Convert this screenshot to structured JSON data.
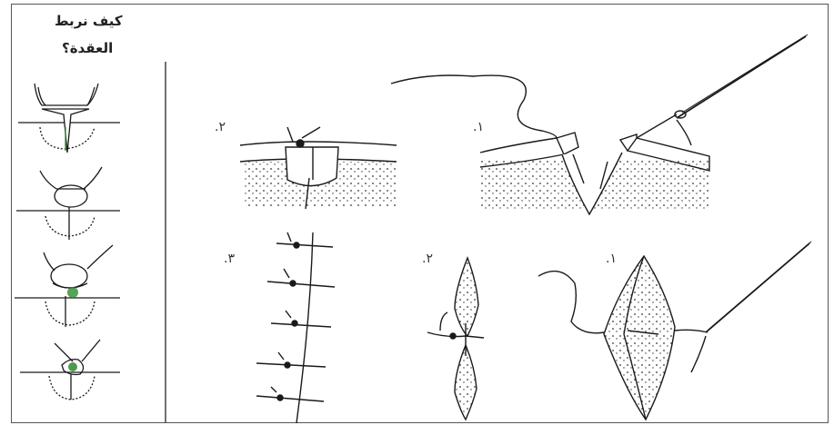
{
  "title": {
    "line1": "كيف نربط",
    "line2": "العقدة؟"
  },
  "labels": {
    "top_right": ".١",
    "top_left": ".٢",
    "bottom_right": ".١",
    "bottom_middle": ".٢",
    "bottom_left": ".٣"
  },
  "colors": {
    "ink": "#1a1a1a",
    "knot_accent": "#2e8b2e",
    "frame": "#555555"
  }
}
